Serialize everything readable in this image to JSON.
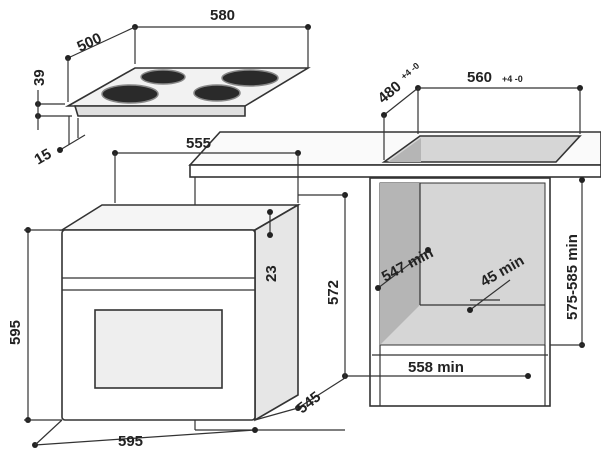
{
  "hob": {
    "width": "580",
    "depth": "500",
    "height": "39",
    "lip": "15"
  },
  "cutout": {
    "depth": "480",
    "depth_tolerance": "+4 -0",
    "width": "560",
    "width_tolerance": "+4 -0"
  },
  "oven": {
    "top_depth": "555",
    "height": "595",
    "width": "595",
    "panel_offset": "23",
    "body_height": "572",
    "body_depth": "545"
  },
  "niche": {
    "depth": "547 min",
    "vent": "45 min",
    "width": "558 min",
    "height": "575-585 min"
  },
  "colors": {
    "line": "#333333",
    "niche_back": "#d6d6d6",
    "niche_side": "#b5b5b5",
    "burner": "#2a2a2a"
  }
}
